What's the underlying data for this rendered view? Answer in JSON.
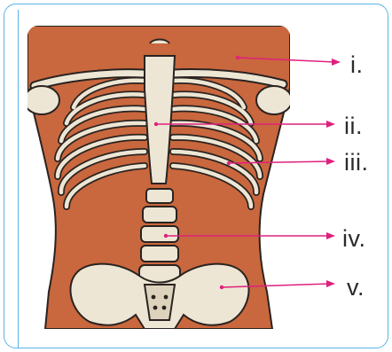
{
  "labels": {
    "i": "i.",
    "ii": "ii.",
    "iii": "iii.",
    "iv": "iv.",
    "v": "v."
  },
  "colors": {
    "skin": "#c9673e",
    "bone": "#ede6d4",
    "outline": "#2a2320",
    "pointer": "#e0207d",
    "frame": "#58b4e6"
  }
}
